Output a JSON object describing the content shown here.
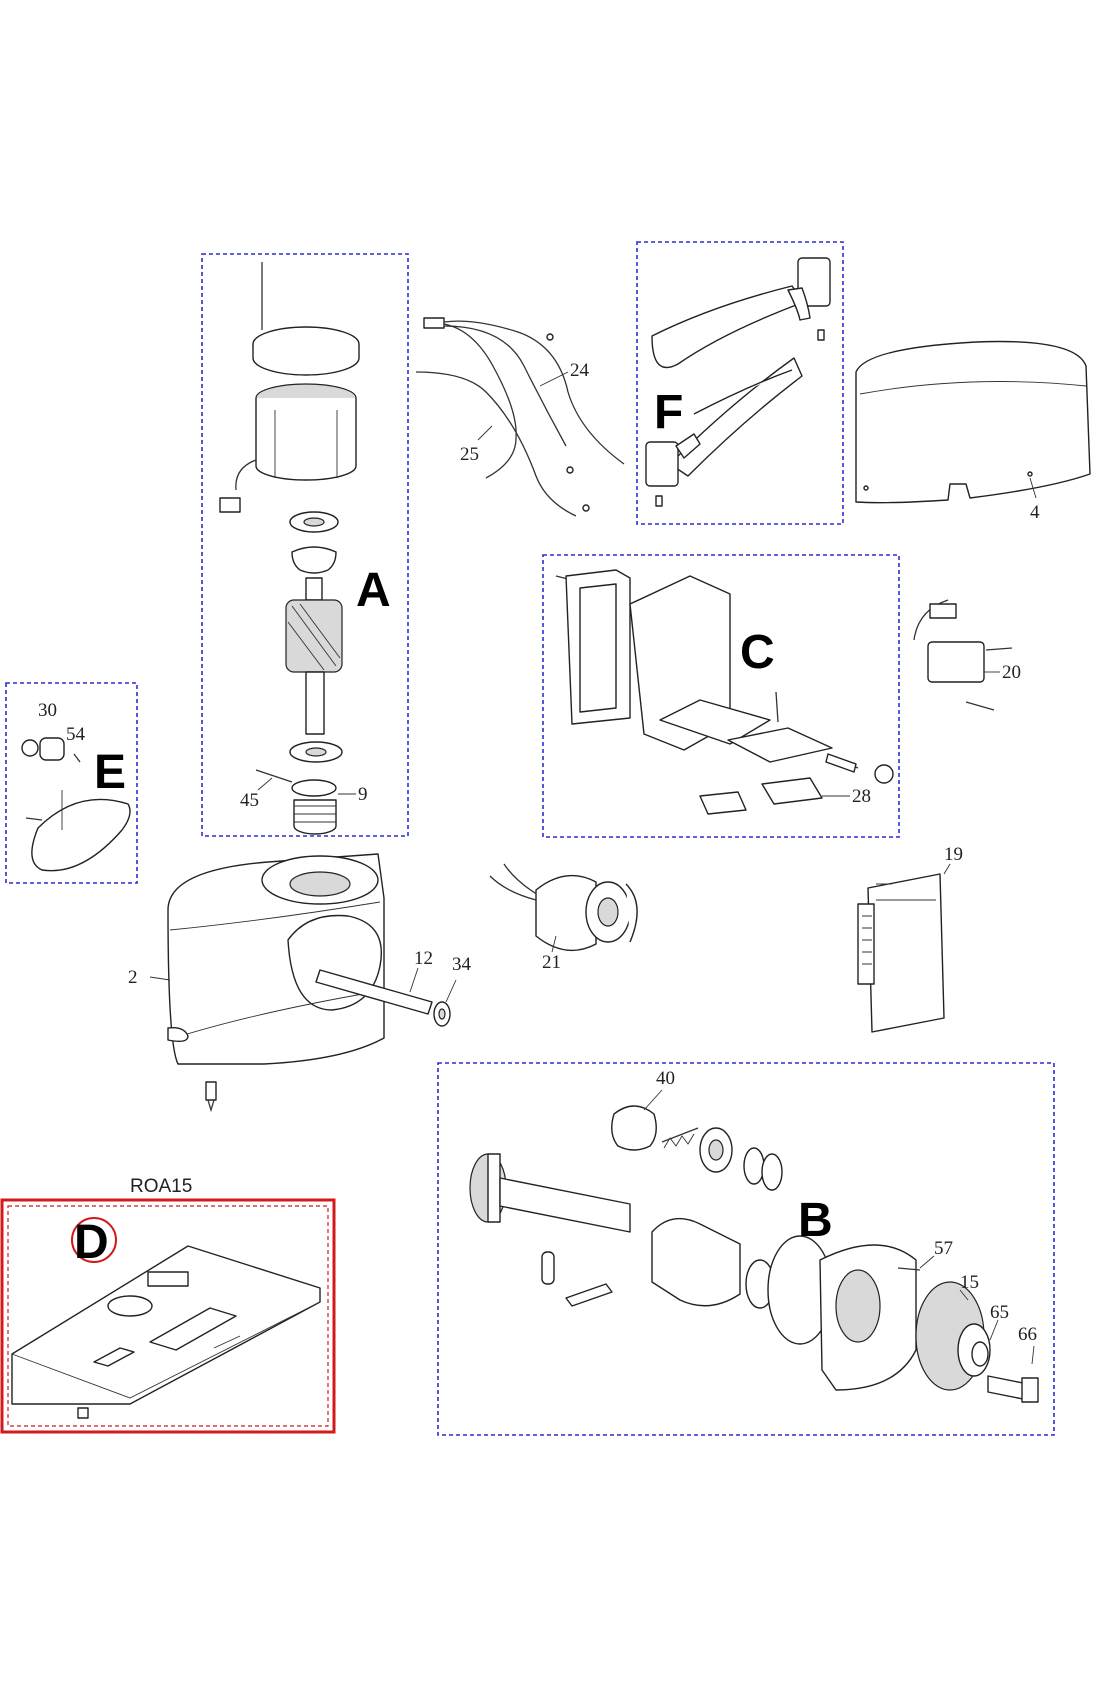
{
  "groups": {
    "A": {
      "label": "A"
    },
    "B": {
      "label": "B"
    },
    "C": {
      "label": "C"
    },
    "D": {
      "label": "D",
      "caption": "ROA15"
    },
    "E": {
      "label": "E"
    },
    "F": {
      "label": "F"
    }
  },
  "parts": {
    "p2": "2",
    "p4": "4",
    "p9": "9",
    "p12": "12",
    "p15": "15",
    "p19": "19",
    "p20": "20",
    "p21": "21",
    "p24": "24",
    "p25": "25",
    "p28": "28",
    "p30": "30",
    "p34": "34",
    "p40": "40",
    "p45": "45",
    "p54": "54",
    "p57": "57",
    "p65": "65",
    "p66": "66"
  },
  "colors": {
    "group_border": "#2b2bd6",
    "highlight_border": "#d11a1a"
  }
}
